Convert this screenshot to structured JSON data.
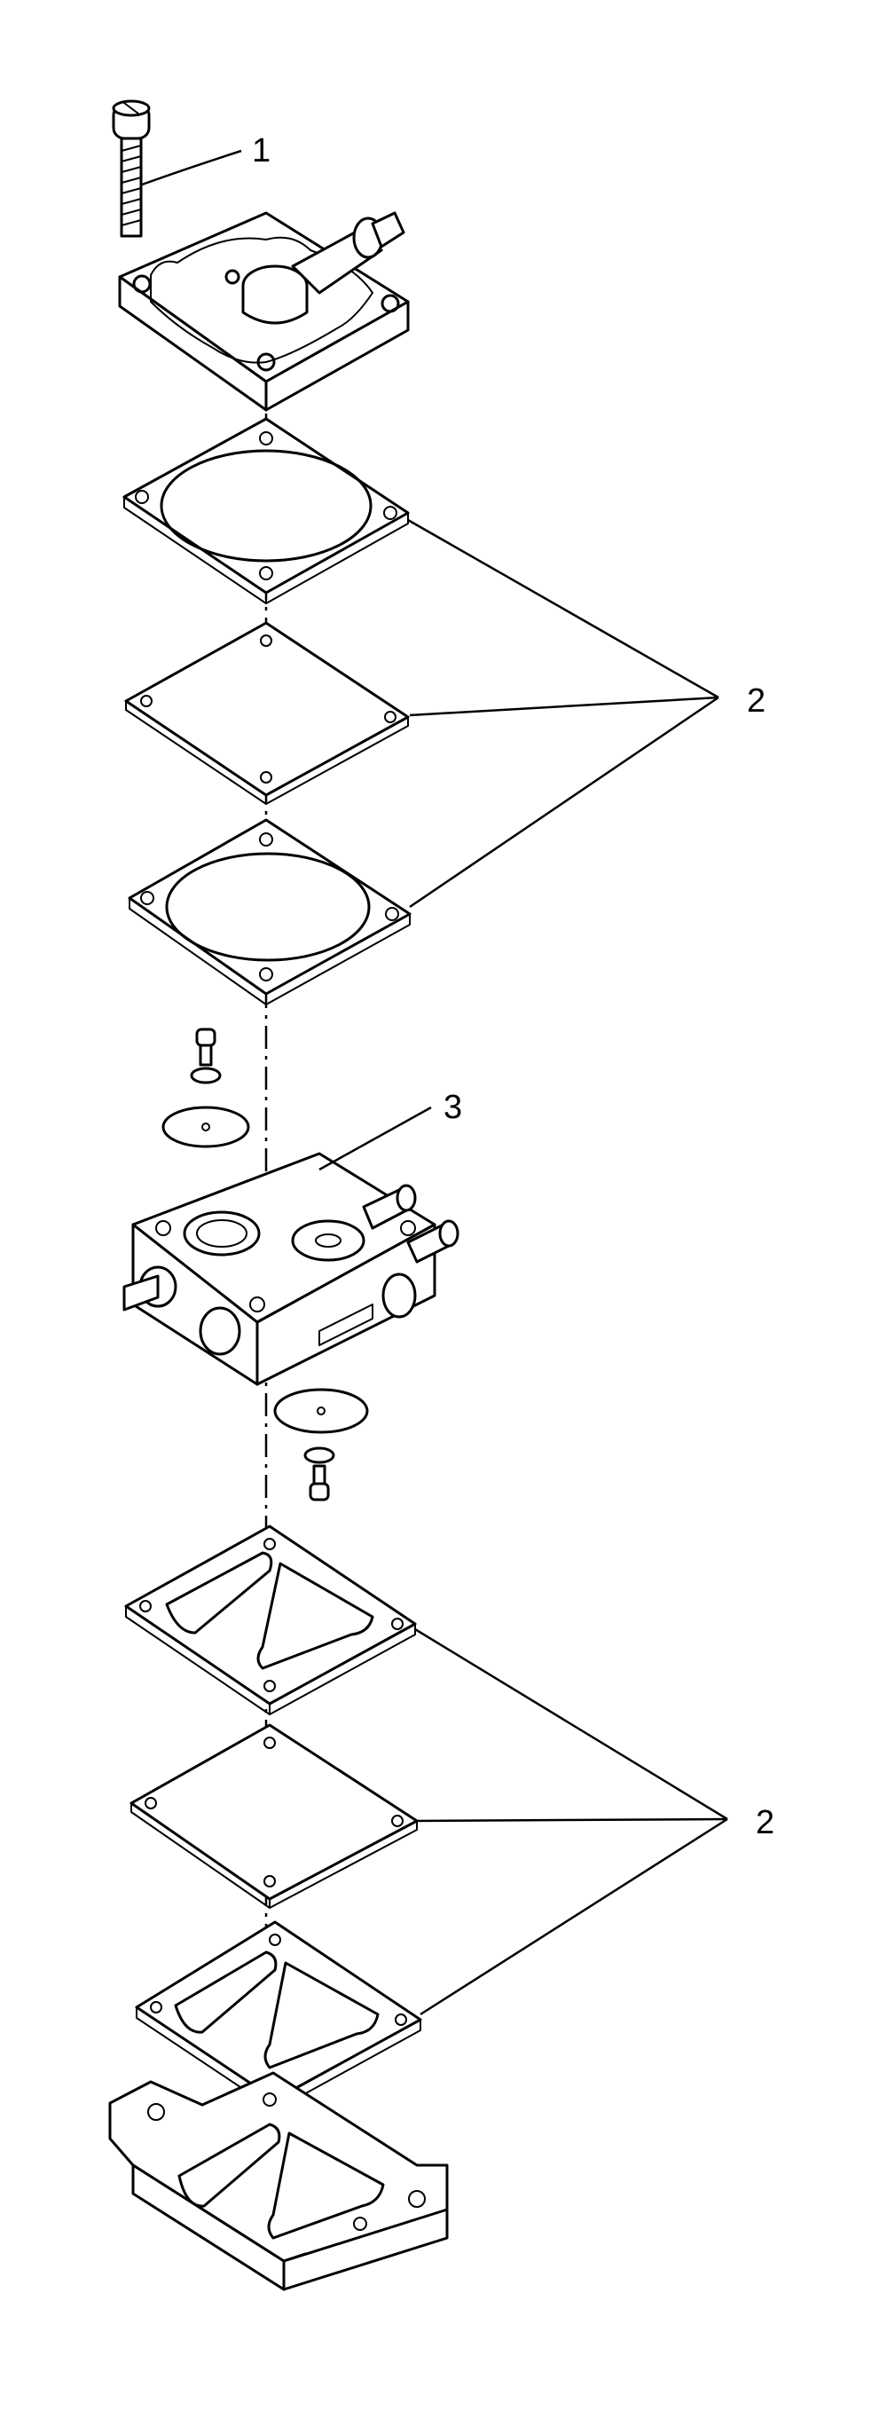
{
  "callouts": {
    "screw": "1",
    "gaskets_upper": "2",
    "pump_body": "3",
    "gaskets_lower": "2"
  }
}
